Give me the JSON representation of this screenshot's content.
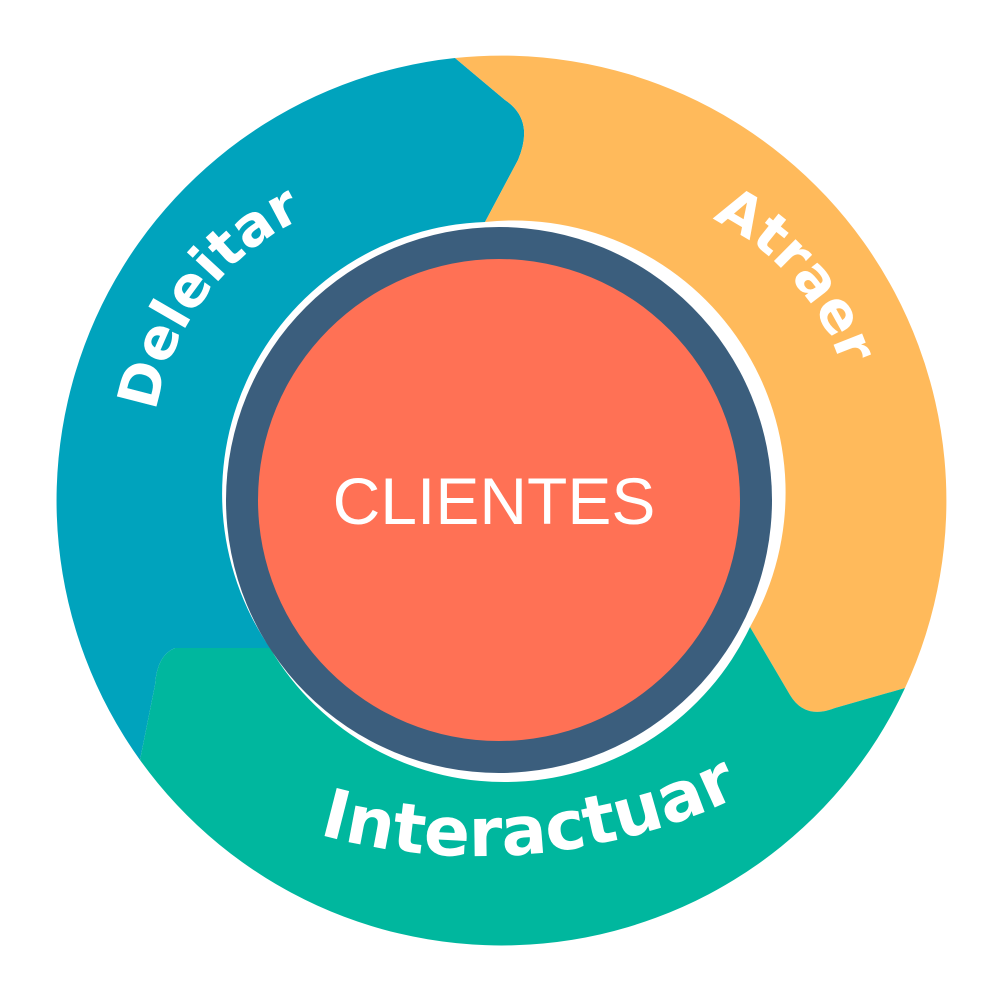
{
  "diagram": {
    "center": {
      "label": "CLIENTES",
      "fill": "#FF7155",
      "ring": "#3B5E7D"
    },
    "segments": [
      {
        "label": "Atraer",
        "color": "#FFBA5B"
      },
      {
        "label": "Interactuar",
        "color": "#00B79E"
      },
      {
        "label": "Deleitar",
        "color": "#00A3BD"
      }
    ]
  }
}
